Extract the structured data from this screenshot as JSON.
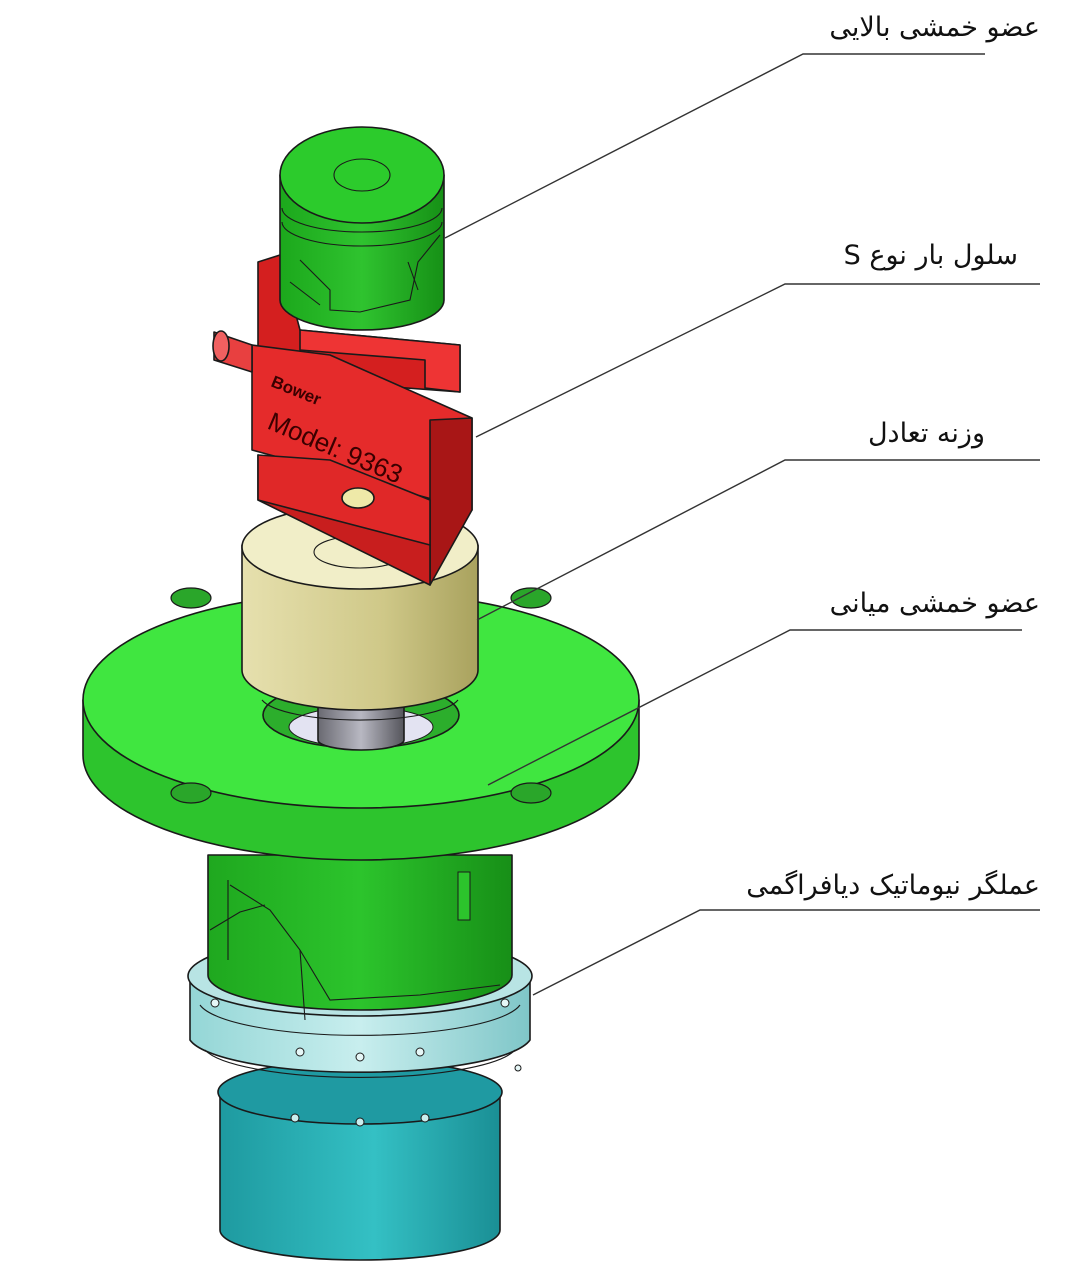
{
  "labels": {
    "upper_bending_member": "عضو خمشی بالایی",
    "s_type_load_cell": "سلول بار نوع S",
    "counterweight": "وزنه تعادل",
    "middle_bending_member": "عضو خمشی میانی",
    "diaphragm_pneumatic_actuator": "عملگر نیوماتیک دیافراگمی"
  },
  "load_cell_engraving": {
    "brand": "Bower",
    "model": "Model: 9363"
  },
  "colors": {
    "upper_member": "#22b422",
    "load_cell": "#e02a2a",
    "counterweight": "#d8d29a",
    "flange": "#3fe43f",
    "actuator_ring": "#a8dede",
    "actuator_body": "#28a8b0"
  }
}
